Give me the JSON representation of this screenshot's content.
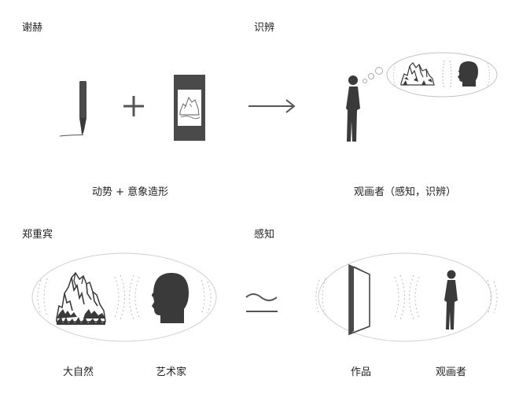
{
  "quadrants": {
    "top_left": {
      "heading": "谢赫",
      "caption": "动势 + 意象造形"
    },
    "top_right": {
      "heading": "识辨",
      "caption": "观画者（感知，识辨）"
    },
    "bottom_left": {
      "heading": "郑重宾",
      "caption_left": "大自然",
      "caption_right": "艺术家"
    },
    "bottom_right": {
      "heading": "感知",
      "caption_left": "作品",
      "caption_right": "观画者"
    }
  },
  "icons": {
    "brush": "calligraphy-brush-icon",
    "plus": "plus-icon",
    "painting": "landscape-scroll-painting-icon",
    "arrow": "right-arrow-icon",
    "viewer": "standing-person-icon",
    "thought": "thought-bubble-icon",
    "mountain": "mountain-landscape-icon",
    "head": "human-head-profile-icon",
    "approx": "approximately-equal-icon",
    "artwork": "framed-artwork-icon"
  },
  "colors": {
    "ink": "#3a3a3a",
    "dark": "#4a4a4a",
    "line": "#bdbdbd"
  }
}
